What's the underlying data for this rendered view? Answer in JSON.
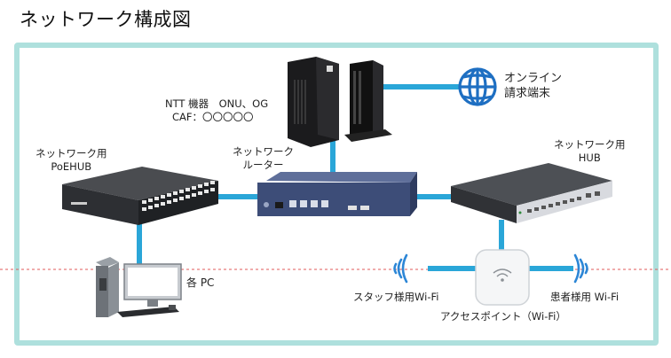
{
  "title": "ネットワーク構成図",
  "colors": {
    "frame": "#aee0dd",
    "link": "#2aa6d8",
    "dashed_line": "#e05a5a",
    "globe": "#1e6fc2",
    "wifi": "#2c86d6"
  },
  "labels": {
    "ntt": {
      "line1": "NTT 機器　ONU、OG",
      "line2": "CAF：〇〇〇〇〇"
    },
    "online": {
      "line1": "オンライン",
      "line2": "請求端末"
    },
    "poe_hub": {
      "line1": "ネットワーク用",
      "line2": "PoEHUB"
    },
    "router": {
      "line1": "ネットワーク",
      "line2": "ルーター"
    },
    "hub": {
      "line1": "ネットワーク用",
      "line2": "HUB"
    },
    "pc": "各 PC",
    "staff_wifi": "スタッフ様用Wi-Fi",
    "patient_wifi": "患者様用 Wi-Fi",
    "access_point": "アクセスポイント（Wi-Fi）"
  },
  "icons": [
    "ntt-onu-device-icon",
    "ntt-og-device-icon",
    "globe-icon",
    "poe-switch-icon",
    "router-icon",
    "switch-hub-icon",
    "desktop-pc-icon",
    "access-point-icon",
    "wifi-signal-left-icon",
    "wifi-signal-right-icon"
  ]
}
